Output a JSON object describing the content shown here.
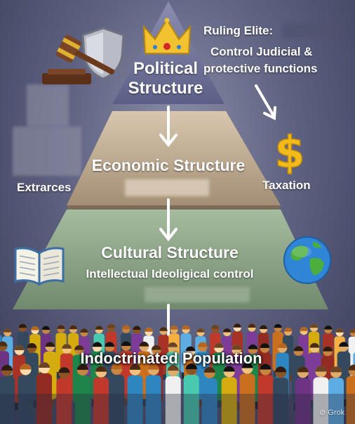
{
  "title": "",
  "tiers": {
    "top": {
      "line1": "Political",
      "line2": "Structure"
    },
    "economic": {
      "label": "Economic Structure"
    },
    "cultural": {
      "label": "Cultural Structure",
      "sublabel": "Intellectual Ideoligical control"
    },
    "base": {
      "label": "Indoctrinated Population"
    }
  },
  "annotations": {
    "ruling_elites": "Ruling Elite:",
    "control_line1": "Control Judicial &",
    "control_line2": "protective functions",
    "taxation": "Taxation",
    "extrarces": "Extrarces"
  },
  "icons": {
    "crown": "crown-icon",
    "gavel": "gavel-icon",
    "shield": "shield-icon",
    "dollar": "dollar-icon",
    "book": "book-icon",
    "globe": "globe-icon"
  },
  "symbols": {
    "dollar": "$"
  },
  "watermark": "Grok",
  "colors": {
    "top_tier": "#6e7296",
    "economic_tier": "#c9b49a",
    "cultural_tier": "#8fa88c",
    "text": "#ffffff"
  }
}
